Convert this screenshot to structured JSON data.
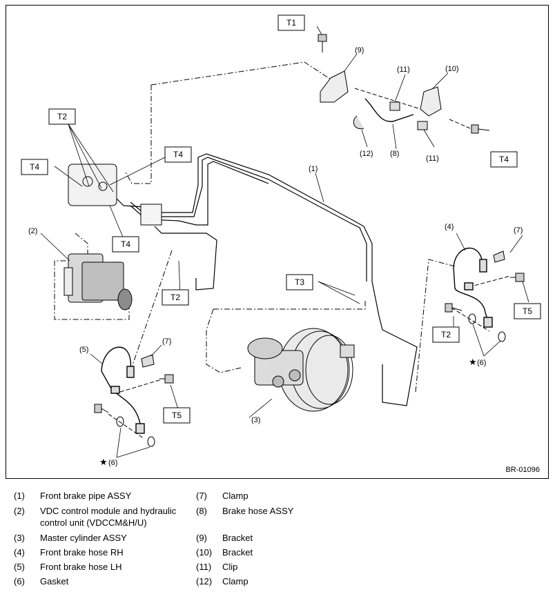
{
  "figure_code": "BR-01096",
  "torque_tags": {
    "t1": "T1",
    "t2_top": "T2",
    "t2_mid": "T2",
    "t2_right": "T2",
    "t3": "T3",
    "t4_left": "T4",
    "t4_top": "T4",
    "t4_mid": "T4",
    "t4_right": "T4",
    "t5_right": "T5",
    "t5_left": "T5"
  },
  "callouts": {
    "c1": "(1)",
    "c2": "(2)",
    "c3": "(3)",
    "c4": "(4)",
    "c5": "(5)",
    "c6_right": "(6)",
    "c6_left": "(6)",
    "c7_right": "(7)",
    "c7_left": "(7)",
    "c8": "(8)",
    "c9": "(9)",
    "c10": "(10)",
    "c11_top": "(11)",
    "c11_bottom": "(11)",
    "c12": "(12)"
  },
  "star_symbol": "★",
  "legend": [
    {
      "num": "(1)",
      "text": "Front brake pipe ASSY",
      "num2": "(7)",
      "text2": "Clamp"
    },
    {
      "num": "(2)",
      "text": "VDC control module and hydraulic control unit (VDCCM&H/U)",
      "num2": "(8)",
      "text2": "Brake hose ASSY"
    },
    {
      "num": "(3)",
      "text": "Master cylinder ASSY",
      "num2": "(9)",
      "text2": "Bracket"
    },
    {
      "num": "(4)",
      "text": "Front brake hose RH",
      "num2": "(10)",
      "text2": "Bracket"
    },
    {
      "num": "(5)",
      "text": "Front brake hose LH",
      "num2": "(11)",
      "text2": "Clip"
    },
    {
      "num": "(6)",
      "text": "Gasket",
      "num2": "(12)",
      "text2": "Clamp"
    }
  ]
}
